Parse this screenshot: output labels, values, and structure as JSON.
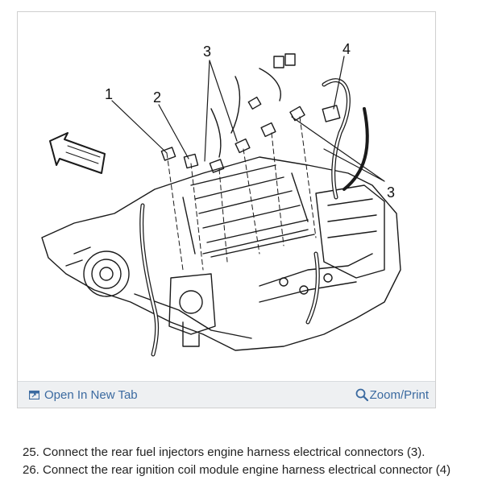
{
  "figure": {
    "callouts": {
      "c1": "1",
      "c2": "2",
      "c3_top": "3",
      "c3_right": "3",
      "c4": "4"
    }
  },
  "toolbar": {
    "open_label": "Open In New Tab",
    "zoom_label": "Zoom/Print"
  },
  "steps": [
    {
      "text": "25. Connect the rear fuel injectors engine harness electrical connectors (3)."
    },
    {
      "text": "26. Connect the rear ignition coil module engine harness electrical connector (4)"
    }
  ]
}
